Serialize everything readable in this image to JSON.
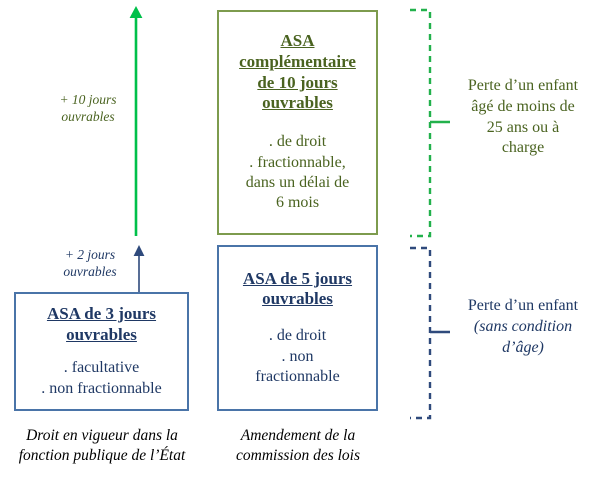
{
  "colors": {
    "green_dark": "#4a6320",
    "green_border": "#7d9b4e",
    "green_arrow": "#00c04a",
    "green_bracket": "#22b14c",
    "blue_dark": "#1f3864",
    "blue_border": "#4a74a8",
    "black": "#000000",
    "background": "#ffffff"
  },
  "arrows": {
    "green": {
      "label_line1": "+ 10 jours",
      "label_line2": "ouvrables"
    },
    "blue": {
      "label_line1": "+ 2 jours",
      "label_line2": "ouvrables"
    }
  },
  "boxes": {
    "green_complementary": {
      "title_line1": "ASA",
      "title_line2": "complémentaire",
      "title_line3": "de 10 jours",
      "title_line4": "ouvrables",
      "body_line1": ". de droit",
      "body_line2": ". fractionnable,",
      "body_line3": "dans un délai de",
      "body_line4": "6 mois"
    },
    "blue_five_days": {
      "title_line1": "ASA de 5 jours",
      "title_line2": "ouvrables",
      "body_line1": ". de droit",
      "body_line2": ". non",
      "body_line3": "fractionnable"
    },
    "blue_three_days": {
      "title_line1": "ASA de 3 jours",
      "title_line2": "ouvrables",
      "body_line1": ". facultative",
      "body_line2": ". non fractionnable"
    }
  },
  "side_notes": {
    "green": {
      "line1": "Perte d’un enfant",
      "line2": "âgé de moins de",
      "line3": "25 ans ou à",
      "line4": "charge"
    },
    "blue": {
      "line1": "Perte d’un enfant",
      "line2": "(sans condition",
      "line3": "d’âge)"
    }
  },
  "captions": {
    "left": {
      "line1": "Droit en vigueur dans la",
      "line2": "fonction publique de l’État"
    },
    "right": {
      "line1": "Amendement de la",
      "line2": "commission des lois"
    }
  }
}
